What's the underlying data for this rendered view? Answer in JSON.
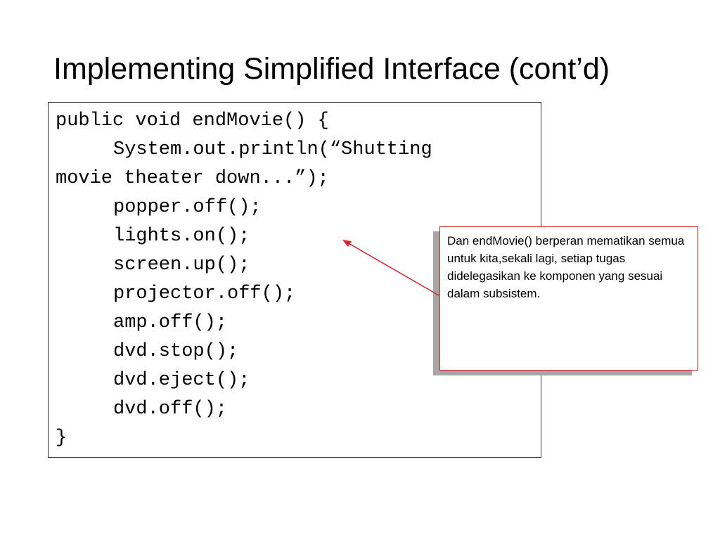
{
  "slide": {
    "title": "Implementing Simplified Interface (cont’d)"
  },
  "code": {
    "lines": [
      "public void endMovie() {",
      "System.out.println(“Shutting",
      "movie theater down...”);",
      "popper.off();",
      "lights.on();",
      "screen.up();",
      "projector.off();",
      "amp.off();",
      "dvd.stop();",
      "dvd.eject();",
      "dvd.off();",
      "}"
    ]
  },
  "callout": {
    "text": "Dan endMovie() berperan mematikan semua untuk kita,sekali lagi, setiap tugas didelegasikan ke komponen yang sesuai dalam subsistem.",
    "border_color": "#e0202a",
    "arrow_color": "#e0202a"
  }
}
